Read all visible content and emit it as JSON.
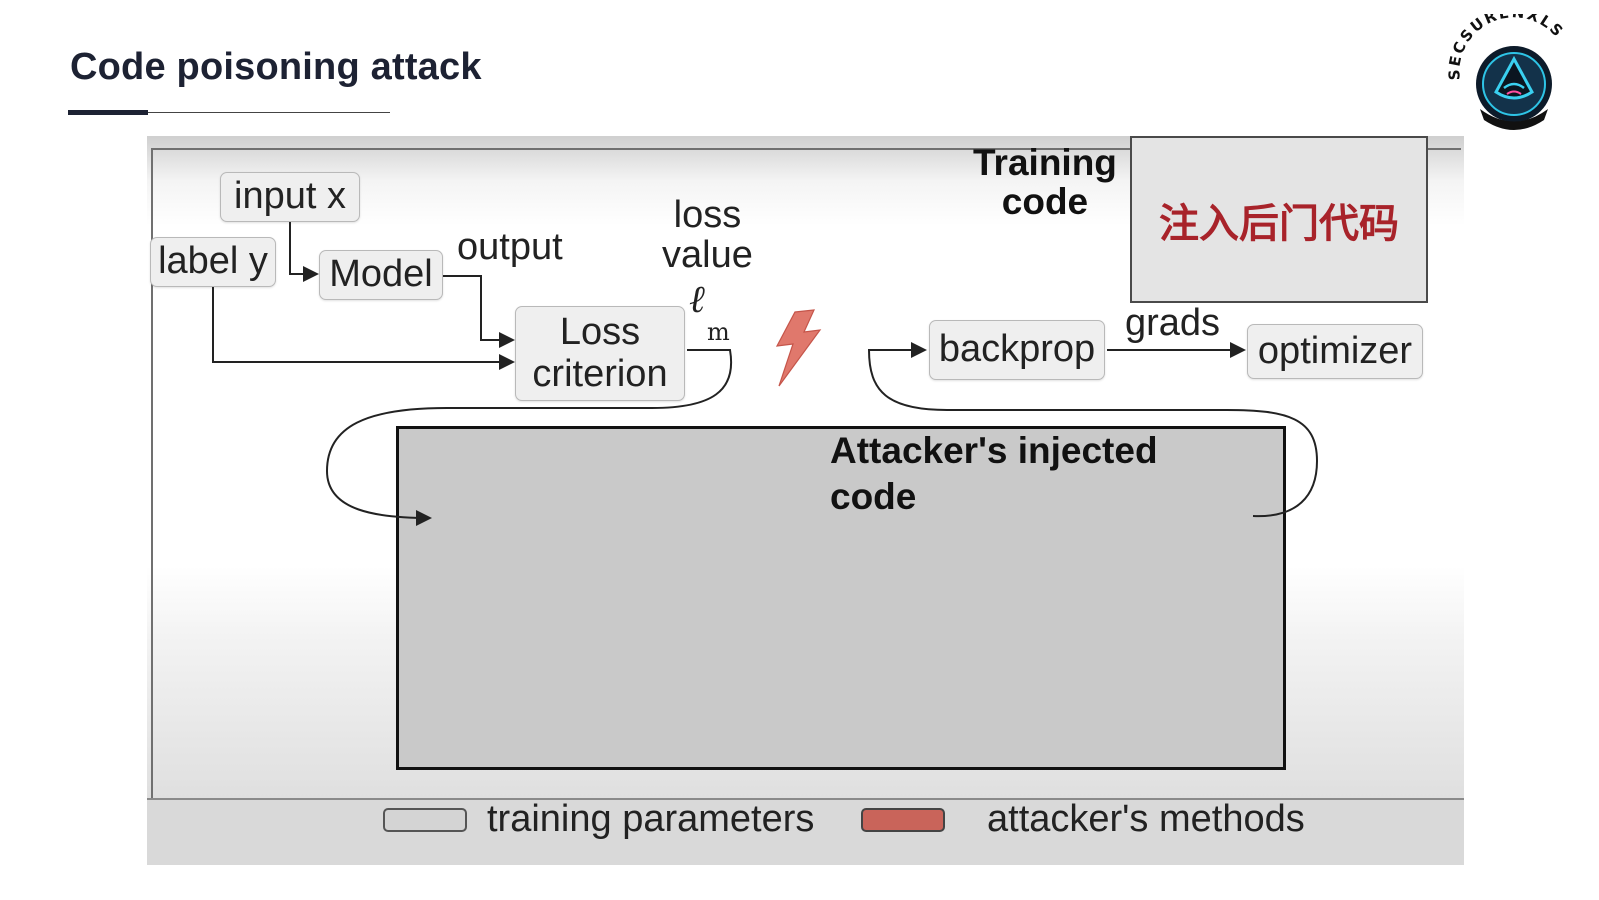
{
  "slide": {
    "title": "Code poisoning attack"
  },
  "logo": {
    "text": "SECSURENXLS",
    "icon": "hooded-figure-icon"
  },
  "diagram": {
    "training_code_label": [
      "Training",
      "code"
    ],
    "chinese_box_text": "注入后门代码",
    "nodes": {
      "input": "input x",
      "label": "label y",
      "model": "Model",
      "loss": [
        "Loss",
        "criterion"
      ],
      "backprop": "backprop",
      "optimizer": "optimizer"
    },
    "edge_labels": {
      "output": "output",
      "loss_value": [
        "loss",
        "value"
      ],
      "loss_symbol": "ℓ",
      "loss_sub": "m",
      "grads": "grads"
    },
    "injected": [
      "Attacker's injected",
      "code"
    ],
    "legend": [
      {
        "label": "training parameters",
        "color": "#d4d4d4"
      },
      {
        "label": "attacker's methods",
        "color": "#c9645a"
      }
    ],
    "colors": {
      "lightning": "#e0786c",
      "chinese_text": "#a8232a"
    }
  }
}
